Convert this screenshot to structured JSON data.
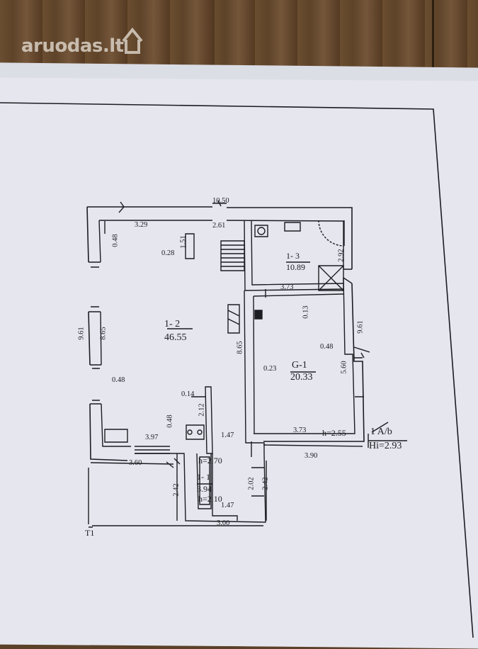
{
  "watermark": {
    "text": "aruodas.lt"
  },
  "rooms": {
    "r12": {
      "id": "1- 2",
      "area": "46.55"
    },
    "r13": {
      "id": "1- 3",
      "area": "10.89"
    },
    "g1": {
      "id": "G-1",
      "area": "20.33"
    },
    "r11": {
      "id": "1- 1",
      "area": "3.94"
    }
  },
  "heights": {
    "h_garage": "h=2.55",
    "h_entry_top": "h=2.70",
    "h_entry_bottom": "h=2.10"
  },
  "floor": {
    "code": "1 A/b",
    "hi": "Hi=2.93"
  },
  "marker": "T1",
  "dims": {
    "d1050": "10.50",
    "d329": "3.29",
    "d261": "2.61",
    "d048a": "0.48",
    "d151": "1.51",
    "d028": "0.28",
    "d292": "2.92",
    "d373a": "3.73",
    "d013": "0.13",
    "d961a": "9.61",
    "d865a": "8.65",
    "d865b": "8.65",
    "d961b": "9.61",
    "d048b": "0.48",
    "d048c": "0.48",
    "d023": "0.23",
    "d560": "5.60",
    "d014": "0.14",
    "d212": "2.12",
    "d048d": "0.48",
    "d397": "3.97",
    "d147a": "1.47",
    "d373b": "3.73",
    "d360": "3.60",
    "d390": "3.90",
    "d242a": "2.42",
    "d202": "2.02",
    "d242b": "2.42",
    "d147b": "1.47",
    "d300": "3.00"
  }
}
